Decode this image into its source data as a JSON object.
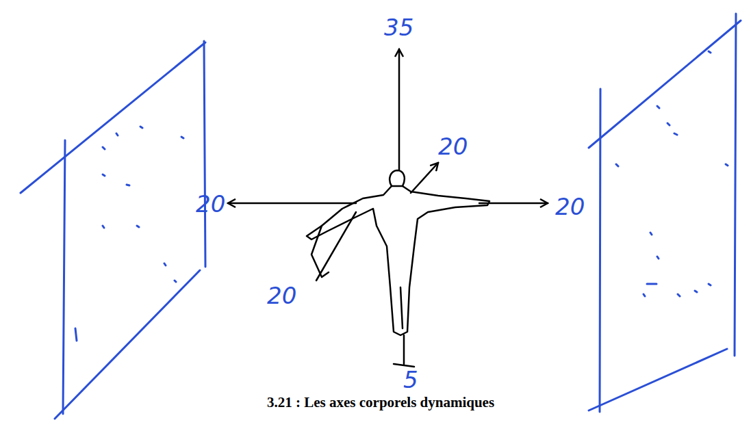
{
  "diagram": {
    "caption": "3.21 : Les axes corporels dynamiques",
    "labels": [
      "35",
      "20",
      "20",
      "20",
      "20",
      "5"
    ]
  }
}
